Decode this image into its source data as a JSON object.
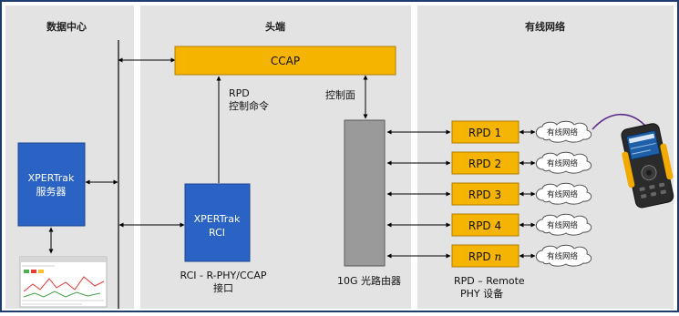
{
  "sections": {
    "datacenter": "数据中心",
    "headend": "头端",
    "cable_network": "有线网络"
  },
  "ccap": {
    "label": "CCAP"
  },
  "rpd_command": {
    "line1": "RPD",
    "line2": "控制命令"
  },
  "control_plane": {
    "label": "控制面"
  },
  "server": {
    "line1": "XPERTrak",
    "line2": "服务器"
  },
  "rci": {
    "line1": "XPERTrak",
    "line2": "RCI"
  },
  "rci_caption": {
    "line1": "RCI - R-PHY/CCAP",
    "line2": "接口"
  },
  "router_caption": {
    "label": "10G 光路由器"
  },
  "rpd_caption": {
    "line1": "RPD – Remote",
    "line2": "PHY 设备"
  },
  "rpds": [
    {
      "label": "RPD 1",
      "cloud": "有线网络"
    },
    {
      "label": "RPD 2",
      "cloud": "有线网络"
    },
    {
      "label": "RPD 3",
      "cloud": "有线网络"
    },
    {
      "label": "RPD 4",
      "cloud": "有线网络"
    },
    {
      "label": "RPD ",
      "italic": "n",
      "cloud": "有线网络"
    }
  ],
  "colors": {
    "panel_background": "#e3e3e3",
    "orange": "#f5b400",
    "orange_border": "#b07c00",
    "blue": "#2a63c4",
    "router_gray": "#9a9a9a",
    "outer_border": "#1f3b70"
  },
  "icons": [
    "screenshot-thumbnail-icon",
    "handheld-meter-icon"
  ]
}
